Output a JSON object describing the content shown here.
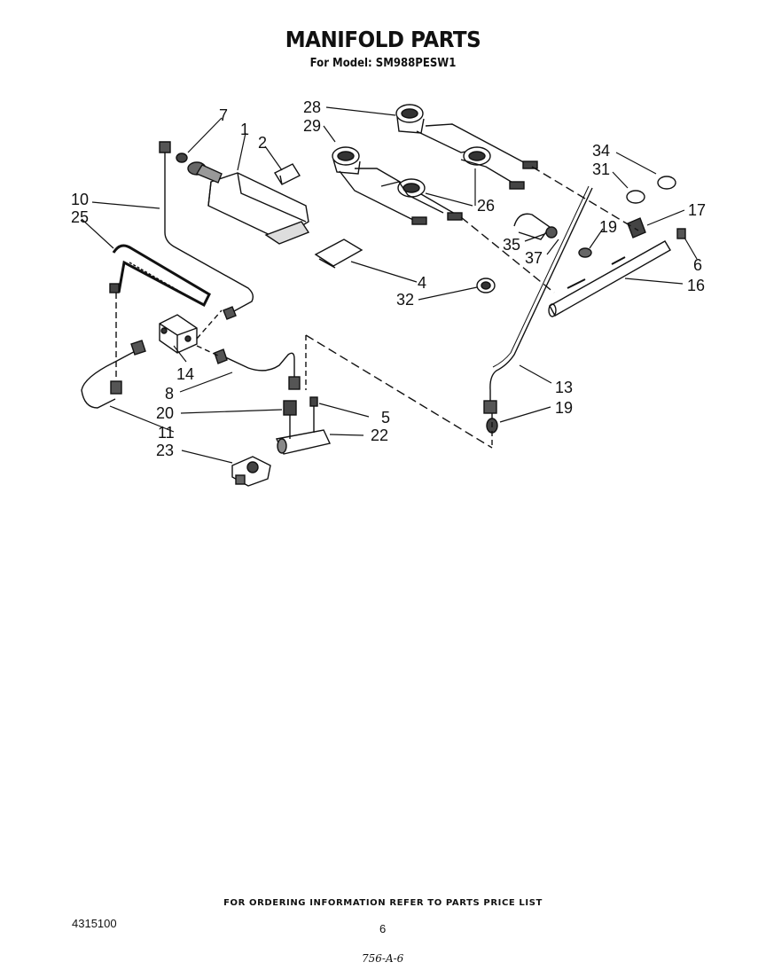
{
  "header": {
    "title": "MANIFOLD PARTS",
    "subtitle": "For Model: SM988PESW1"
  },
  "callouts": {
    "c7": "7",
    "c1": "1",
    "c2": "2",
    "c10": "10",
    "c25": "25",
    "c28": "28",
    "c29": "29",
    "c26": "26",
    "c34": "34",
    "c31": "31",
    "c17": "17",
    "c35": "35",
    "c19a": "19",
    "c37": "37",
    "c6": "6",
    "c16": "16",
    "c4": "4",
    "c32": "32",
    "c14": "14",
    "c8": "8",
    "c20": "20",
    "c5": "5",
    "c22": "22",
    "c11": "11",
    "c23": "23",
    "c13": "13",
    "c19b": "19"
  },
  "footer": {
    "ordering_note": "FOR ORDERING INFORMATION REFER TO PARTS PRICE LIST",
    "document_number": "4315100",
    "page_number": "6",
    "handwritten_note": "756-A-6"
  }
}
